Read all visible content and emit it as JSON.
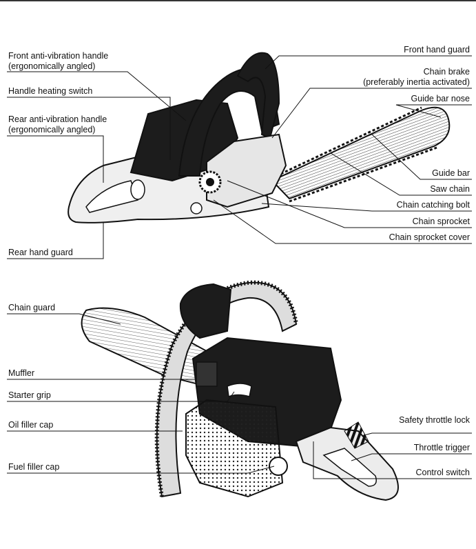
{
  "labels": {
    "front_av_handle": "Front anti-vibration handle",
    "front_av_handle_note": "(ergonomically angled)",
    "handle_heating_switch": "Handle heating switch",
    "rear_av_handle": "Rear anti-vibration handle",
    "rear_av_handle_note": "(ergonomically angled)",
    "rear_hand_guard": "Rear hand guard",
    "front_hand_guard": "Front hand guard",
    "chain_brake": "Chain brake",
    "chain_brake_note": "(preferably inertia activated)",
    "guide_bar_nose": "Guide bar nose",
    "guide_bar": "Guide bar",
    "saw_chain": "Saw chain",
    "chain_catching_bolt": "Chain catching bolt",
    "chain_sprocket": "Chain sprocket",
    "chain_sprocket_cover": "Chain sprocket cover",
    "chain_guard": "Chain guard",
    "muffler": "Muffler",
    "starter_grip": "Starter grip",
    "oil_filler_cap": "Oil filler cap",
    "fuel_filler_cap": "Fuel filler cap",
    "safety_throttle_lock": "Safety throttle lock",
    "throttle_trigger": "Throttle trigger",
    "control_switch": "Control switch"
  },
  "colors": {
    "ink": "#111111",
    "paper": "#ffffff",
    "body_dark": "#1c1c1c",
    "light": "#e9e9e9"
  }
}
